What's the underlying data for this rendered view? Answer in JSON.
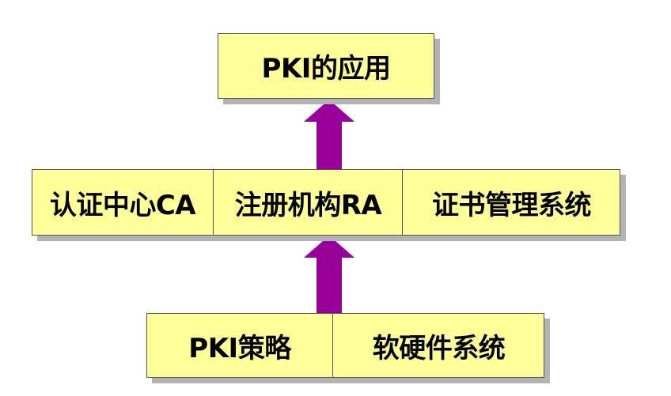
{
  "top": {
    "label": "PKI的应用"
  },
  "middle": {
    "items": [
      "认证中心CA",
      "注册机构RA",
      "证书管理系统"
    ]
  },
  "bottom": {
    "items": [
      "PKI策略",
      "软硬件系统"
    ]
  },
  "colors": {
    "box_fill": "#ffff99",
    "box_border": "#555555",
    "shadow": "#b3b3b3",
    "arrow": "#990099"
  }
}
